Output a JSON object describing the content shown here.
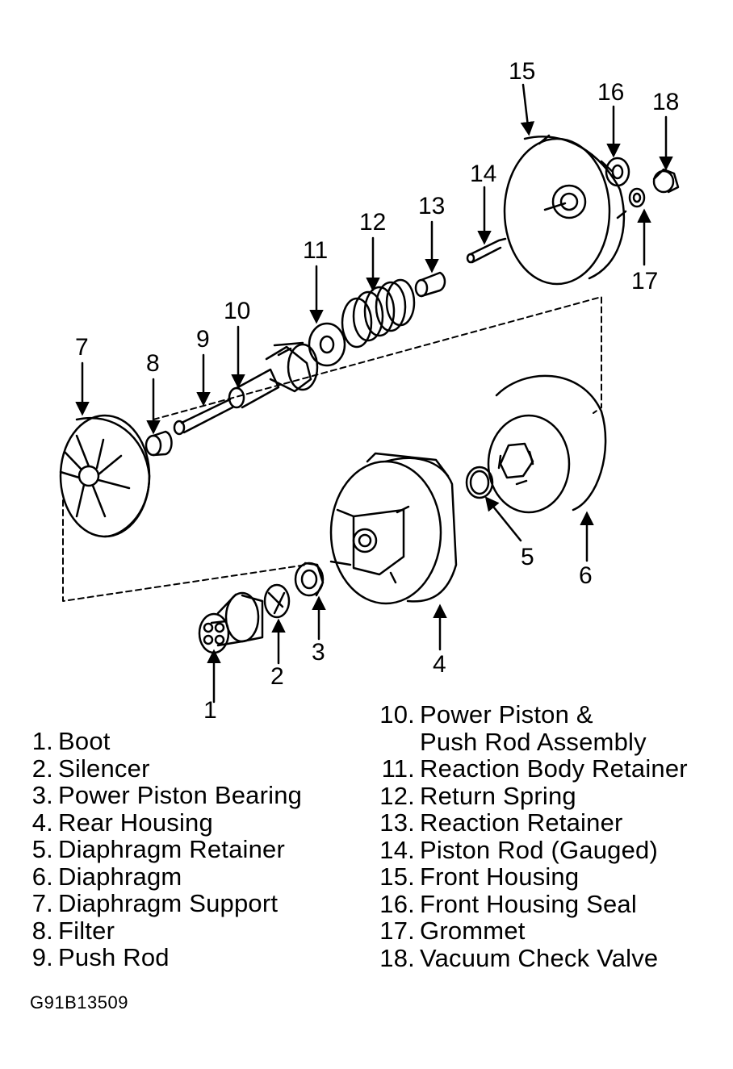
{
  "callouts": [
    "1",
    "2",
    "3",
    "4",
    "5",
    "6",
    "7",
    "8",
    "9",
    "10",
    "11",
    "12",
    "13",
    "14",
    "15",
    "16",
    "17",
    "18"
  ],
  "legend_left": [
    {
      "num": "1.",
      "label": "Boot"
    },
    {
      "num": "2.",
      "label": "Silencer"
    },
    {
      "num": "3.",
      "label": "Power Piston Bearing"
    },
    {
      "num": "4.",
      "label": "Rear Housing"
    },
    {
      "num": "5.",
      "label": "Diaphragm Retainer"
    },
    {
      "num": "6.",
      "label": "Diaphragm"
    },
    {
      "num": "7.",
      "label": "Diaphragm Support"
    },
    {
      "num": "8.",
      "label": "Filter"
    },
    {
      "num": "9.",
      "label": "Push Rod"
    }
  ],
  "legend_right": [
    {
      "num": "10.",
      "label": "Power Piston &",
      "cont": "Push Rod Assembly"
    },
    {
      "num": "11.",
      "label": "Reaction Body Retainer"
    },
    {
      "num": "12.",
      "label": "Return Spring"
    },
    {
      "num": "13.",
      "label": "Reaction Retainer"
    },
    {
      "num": "14.",
      "label": "Piston Rod (Gauged)"
    },
    {
      "num": "15.",
      "label": "Front Housing"
    },
    {
      "num": "16.",
      "label": "Front Housing Seal"
    },
    {
      "num": "17.",
      "label": "Grommet"
    },
    {
      "num": "18.",
      "label": "Vacuum Check Valve"
    }
  ],
  "figure_code": "G91B13509"
}
